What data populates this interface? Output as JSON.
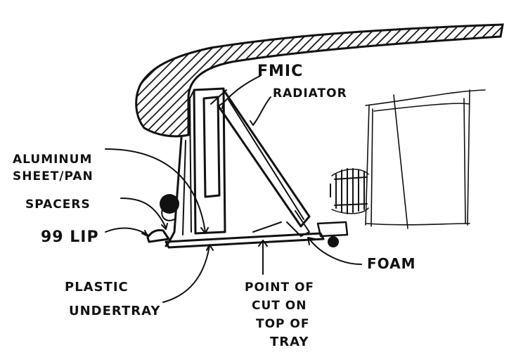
{
  "labels": {
    "fmic": "FMIC",
    "radiator": "RADIATOR",
    "aluminum_line1": "ALUMINUM",
    "aluminum_line2": "SHEET/PAN",
    "spacers": "SPACERS",
    "lip": "99 LIP",
    "plastic_line1": "PLASTIC",
    "plastic_line2": "UNDERTRAY",
    "foam": "FOAM",
    "cut_line1": "POINT OF",
    "cut_line2": "CUT ON",
    "cut_line3": "TOP OF",
    "cut_line4": "TRAY"
  }
}
